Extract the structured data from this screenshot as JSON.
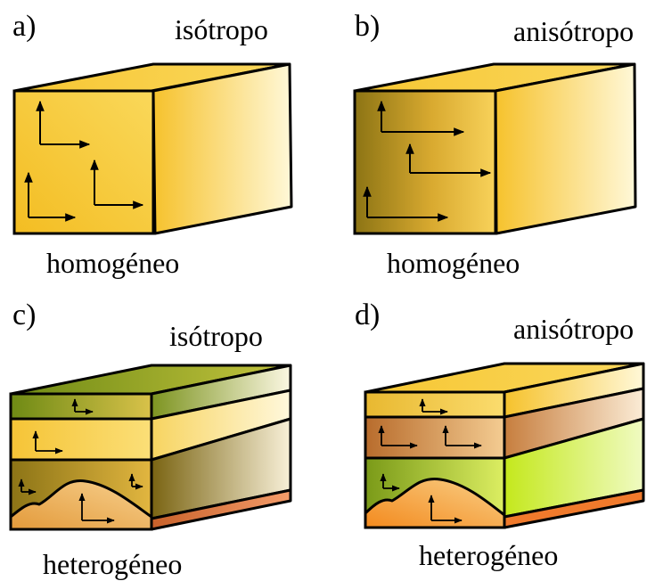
{
  "panels": [
    {
      "id": "a",
      "label": "a)",
      "property": "isótropo",
      "structure": "homogéneo"
    },
    {
      "id": "b",
      "label": "b)",
      "property": "anisótropo",
      "structure": "homogéneo"
    },
    {
      "id": "c",
      "label": "c)",
      "property": "isótropo",
      "structure": "heterogéneo"
    },
    {
      "id": "d",
      "label": "d)",
      "property": "anisótropo",
      "structure": "heterogéneo"
    }
  ],
  "colors": {
    "yellow": "#f7c52a",
    "light_yellow": "#fff6c8",
    "olive": "#8a7412",
    "green": "#6e8a12",
    "lime": "#c9ea22",
    "orange": "#f2a03a",
    "brown": "#b5692a",
    "outline": "#000000"
  }
}
